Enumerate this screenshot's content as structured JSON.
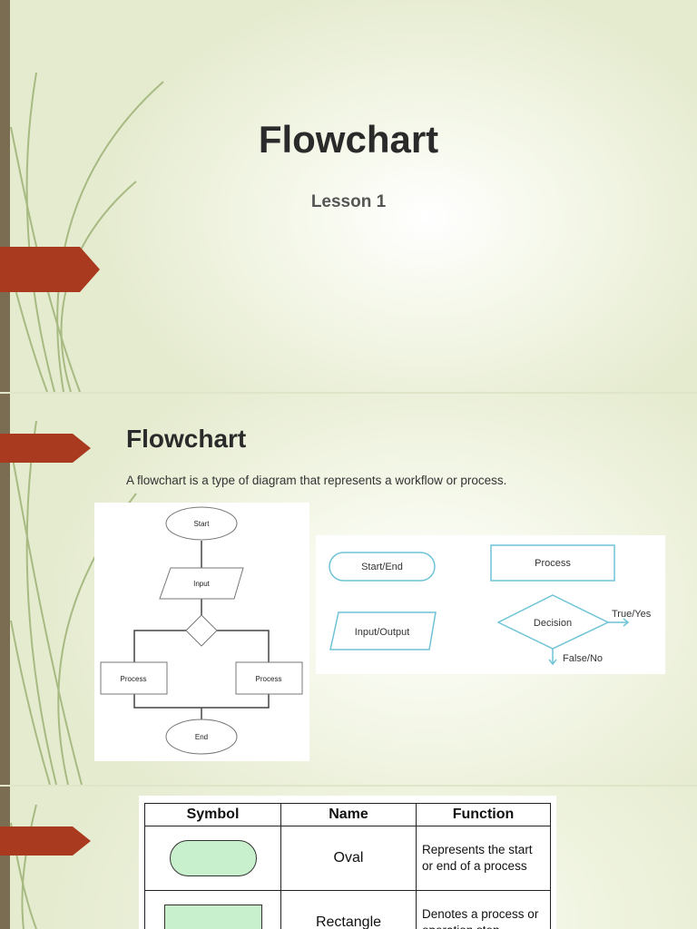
{
  "slide1": {
    "title": "Flowchart",
    "subtitle": "Lesson 1"
  },
  "slide2": {
    "title": "Flowchart",
    "description": "A flowchart is a type of diagram that represents a workflow or process.",
    "example_diagram": {
      "start": "Start",
      "input": "Input",
      "process_left": "Process",
      "process_right": "Process",
      "end": "End"
    },
    "symbols_diagram": {
      "start_end": "Start/End",
      "process": "Process",
      "input_output": "Input/Output",
      "decision": "Decision",
      "true_yes": "True/Yes",
      "false_no": "False/No"
    }
  },
  "slide3": {
    "table": {
      "headers": [
        "Symbol",
        "Name",
        "Function"
      ],
      "rows": [
        {
          "name": "Oval",
          "function": "Represents the start or end of a process"
        },
        {
          "name": "Rectangle",
          "function": "Denotes a process or operation step"
        }
      ]
    }
  },
  "colors": {
    "accent_tab": "#a93a1f",
    "left_bar": "#7a6d51",
    "grass": "#9fb47a",
    "symbol_stroke": "#6fc3d6",
    "symbol_fill": "#c9f0cc"
  }
}
